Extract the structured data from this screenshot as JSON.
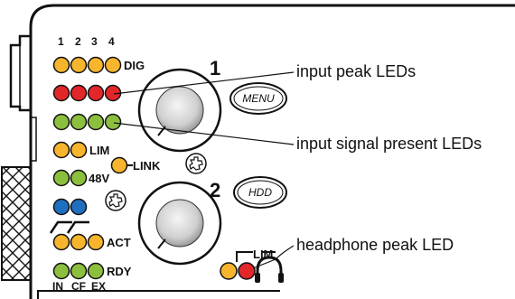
{
  "colors": {
    "amber": "#f6b52c",
    "red": "#e3262a",
    "green": "#8dbf3f",
    "blue": "#1f6fc0",
    "knob_light": "#e8e8e8",
    "knob_dark": "#a8a8a8",
    "outline": "#111111"
  },
  "labels": {
    "channels": [
      "1",
      "2",
      "3",
      "4"
    ],
    "dig": "DIG",
    "lim": "LIM",
    "link": "LINK",
    "v48": "48V",
    "act": "ACT",
    "rdy": "RDY",
    "bottom_in": "IN",
    "bottom_cf": "CF",
    "bottom_ex": "EX",
    "hp_lim": "LIM"
  },
  "knobs": {
    "knob1": "1",
    "knob2": "2"
  },
  "buttons": {
    "menu": "MENU",
    "hdd": "HDD"
  },
  "annotations": {
    "input_peak": "input peak LEDs",
    "signal_present": "input signal present LEDs",
    "headphone_peak": "headphone peak LED"
  },
  "icons": [
    "gear-icon",
    "gear-icon",
    "headphone-icon"
  ]
}
